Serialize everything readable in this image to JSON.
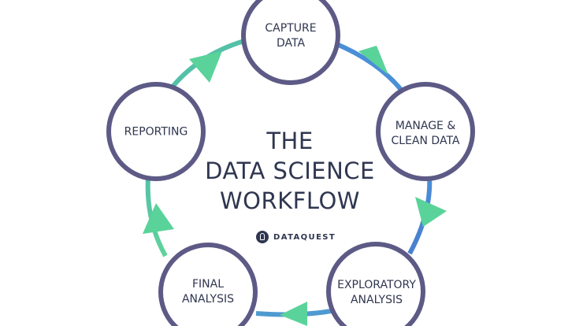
{
  "title": {
    "line1": "THE",
    "line2": "DATA SCIENCE",
    "line3": "WORKFLOW"
  },
  "brand": {
    "name": "DATAQUEST"
  },
  "nodes": [
    {
      "id": "capture",
      "line1": "CAPTURE",
      "line2": "DATA"
    },
    {
      "id": "manage",
      "line1": "MANAGE &",
      "line2": "CLEAN DATA"
    },
    {
      "id": "exploratory",
      "line1": "EXPLORATORY",
      "line2": "ANALYSIS"
    },
    {
      "id": "final",
      "line1": "FINAL",
      "line2": "ANALYSIS"
    },
    {
      "id": "reporting",
      "line1": "REPORTING",
      "line2": ""
    }
  ],
  "colors": {
    "circle_stroke": "#5d5a86",
    "text": "#2f3650",
    "arrow": "#5ad39a",
    "arc_blue": "#4a8fd8",
    "arc_green": "#5cc79a"
  }
}
